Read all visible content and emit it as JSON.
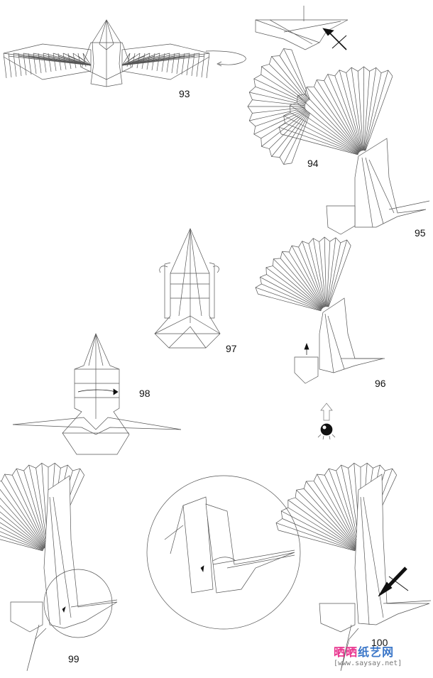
{
  "steps": [
    {
      "number": "93"
    },
    {
      "number": "94"
    },
    {
      "number": "95"
    },
    {
      "number": "96"
    },
    {
      "number": "97"
    },
    {
      "number": "98"
    },
    {
      "number": "99"
    },
    {
      "number": "100"
    }
  ],
  "watermark": {
    "brand_parts": [
      "晒",
      "晒",
      "纸",
      "艺",
      "网"
    ],
    "brand_colors": [
      "#e8308c",
      "#e8308c",
      "#3a76c8",
      "#3a76c8",
      "#3a76c8"
    ],
    "url": "[www.saysay.net]"
  },
  "colors": {
    "line": "#444444",
    "arrow": "#111111",
    "paper": "#ffffff"
  }
}
